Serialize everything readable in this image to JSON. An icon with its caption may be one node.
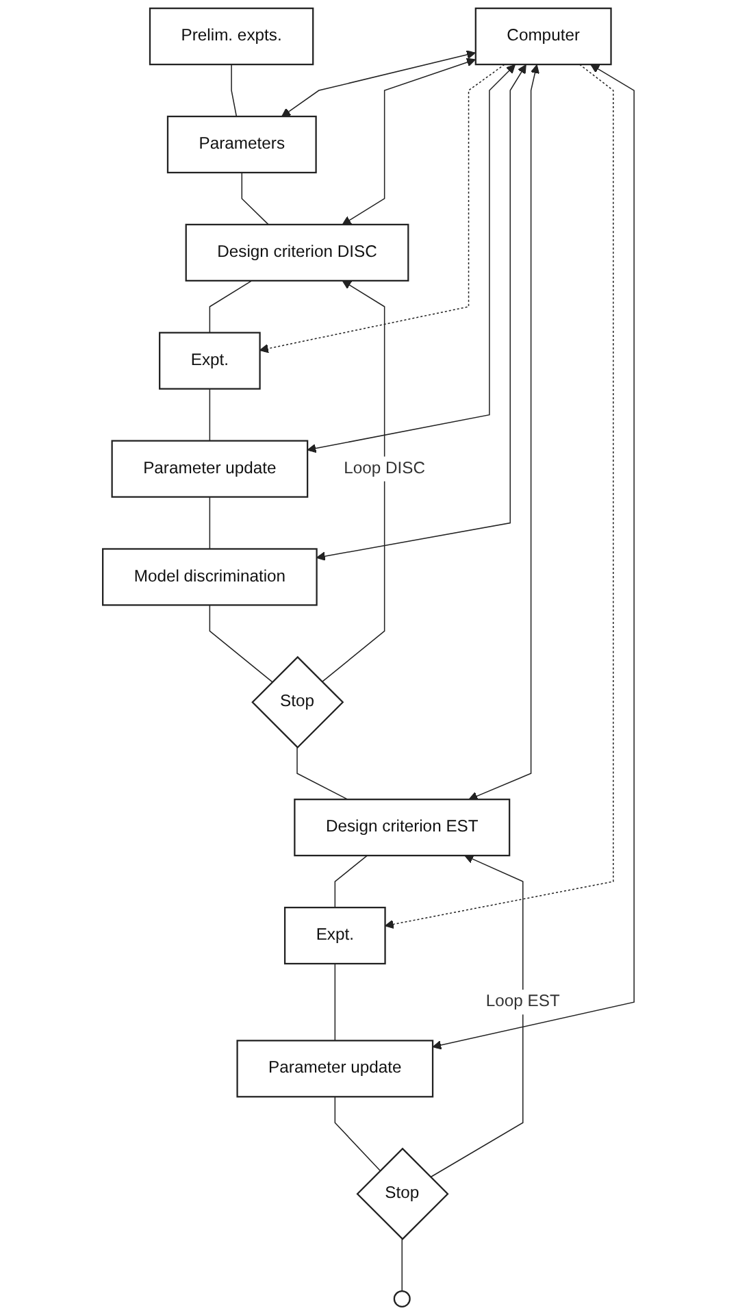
{
  "diagram": {
    "nodes": [
      {
        "text": [
          "Computer"
        ]
      },
      {
        "text": [
          "Prelim. expts."
        ]
      },
      {
        "text": [
          "Parameters"
        ]
      },
      {
        "text": [
          "Design criterion DISC"
        ]
      },
      {
        "text": [
          "Expt."
        ]
      },
      {
        "text": [
          "Parameter update"
        ]
      },
      {
        "text": [
          "Model discrimination"
        ]
      },
      {
        "text": [
          "Stop"
        ]
      },
      {
        "text": [
          "Design criterion EST"
        ]
      },
      {
        "text": [
          "Expt."
        ]
      },
      {
        "text": [
          "Parameter update"
        ]
      },
      {
        "text": [
          "Stop"
        ]
      },
      {
        "text": [],
        "shape": "circle"
      }
    ],
    "edges": [
      {
        "from": 1,
        "to": 2,
        "arrow": "none"
      },
      {
        "from": 2,
        "to": 3,
        "arrow": "none"
      },
      {
        "from": 3,
        "to": 4,
        "arrow": "none"
      },
      {
        "from": 4,
        "to": 5,
        "arrow": "none"
      },
      {
        "from": 5,
        "to": 6,
        "arrow": "none"
      },
      {
        "from": 6,
        "to": 7,
        "arrow": "none"
      },
      {
        "from": 7,
        "to": 8,
        "arrow": "none"
      },
      {
        "from": 8,
        "to": 9,
        "arrow": "none"
      },
      {
        "from": 9,
        "to": 10,
        "arrow": "none"
      },
      {
        "from": 10,
        "to": 11,
        "arrow": "none"
      },
      {
        "from": 11,
        "to": 12,
        "arrow": "none"
      },
      {
        "from": 0,
        "to": 2,
        "arrow": "both"
      },
      {
        "from": 0,
        "to": 3,
        "arrow": "both"
      },
      {
        "from": 0,
        "to": 4,
        "arrow": "to",
        "style": "dashed"
      },
      {
        "from": 0,
        "to": 5,
        "arrow": "both"
      },
      {
        "from": 0,
        "to": 6,
        "arrow": "both"
      },
      {
        "from": 0,
        "to": 8,
        "arrow": "both"
      },
      {
        "from": 0,
        "to": 9,
        "arrow": "to",
        "style": "dashed"
      },
      {
        "from": 0,
        "to": 10,
        "arrow": "both"
      },
      {
        "from": 7,
        "to": 3,
        "arrow": "to",
        "label": "Loop DISC"
      },
      {
        "from": 11,
        "to": 8,
        "arrow": "to",
        "label": "Loop EST"
      }
    ]
  }
}
